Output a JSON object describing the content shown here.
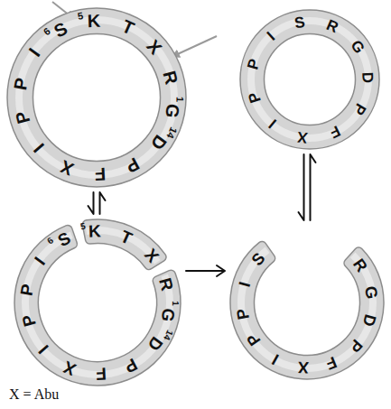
{
  "diagram": {
    "nodes": [
      {
        "text": [
          "6",
          "S",
          "5",
          "K",
          "T",
          "X",
          "R",
          "1",
          "G",
          "14",
          "D",
          "P",
          "F",
          "X",
          "I",
          "P",
          "P",
          "I"
        ]
      },
      {
        "text": [
          "S",
          "R",
          "G",
          "D",
          "P",
          "F",
          "X",
          "I",
          "P",
          "P",
          "I"
        ]
      },
      {
        "text": [
          "6",
          "S",
          "5",
          "K",
          "T",
          "X",
          "R",
          "1",
          "G",
          "14",
          "D",
          "P",
          "F",
          "X",
          "I",
          "P",
          "P",
          "I"
        ]
      },
      {
        "text": [
          "S",
          "I",
          "P",
          "P",
          "I",
          "X",
          "F",
          "P",
          "D",
          "G",
          "R"
        ]
      }
    ],
    "edges": [
      {
        "from": 0,
        "to": 2,
        "arrow": "both"
      },
      {
        "from": 2,
        "to": 3,
        "arrow": "to"
      },
      {
        "from": 3,
        "to": 1,
        "arrow": "both"
      }
    ],
    "labels": [
      "X = Abu"
    ]
  }
}
